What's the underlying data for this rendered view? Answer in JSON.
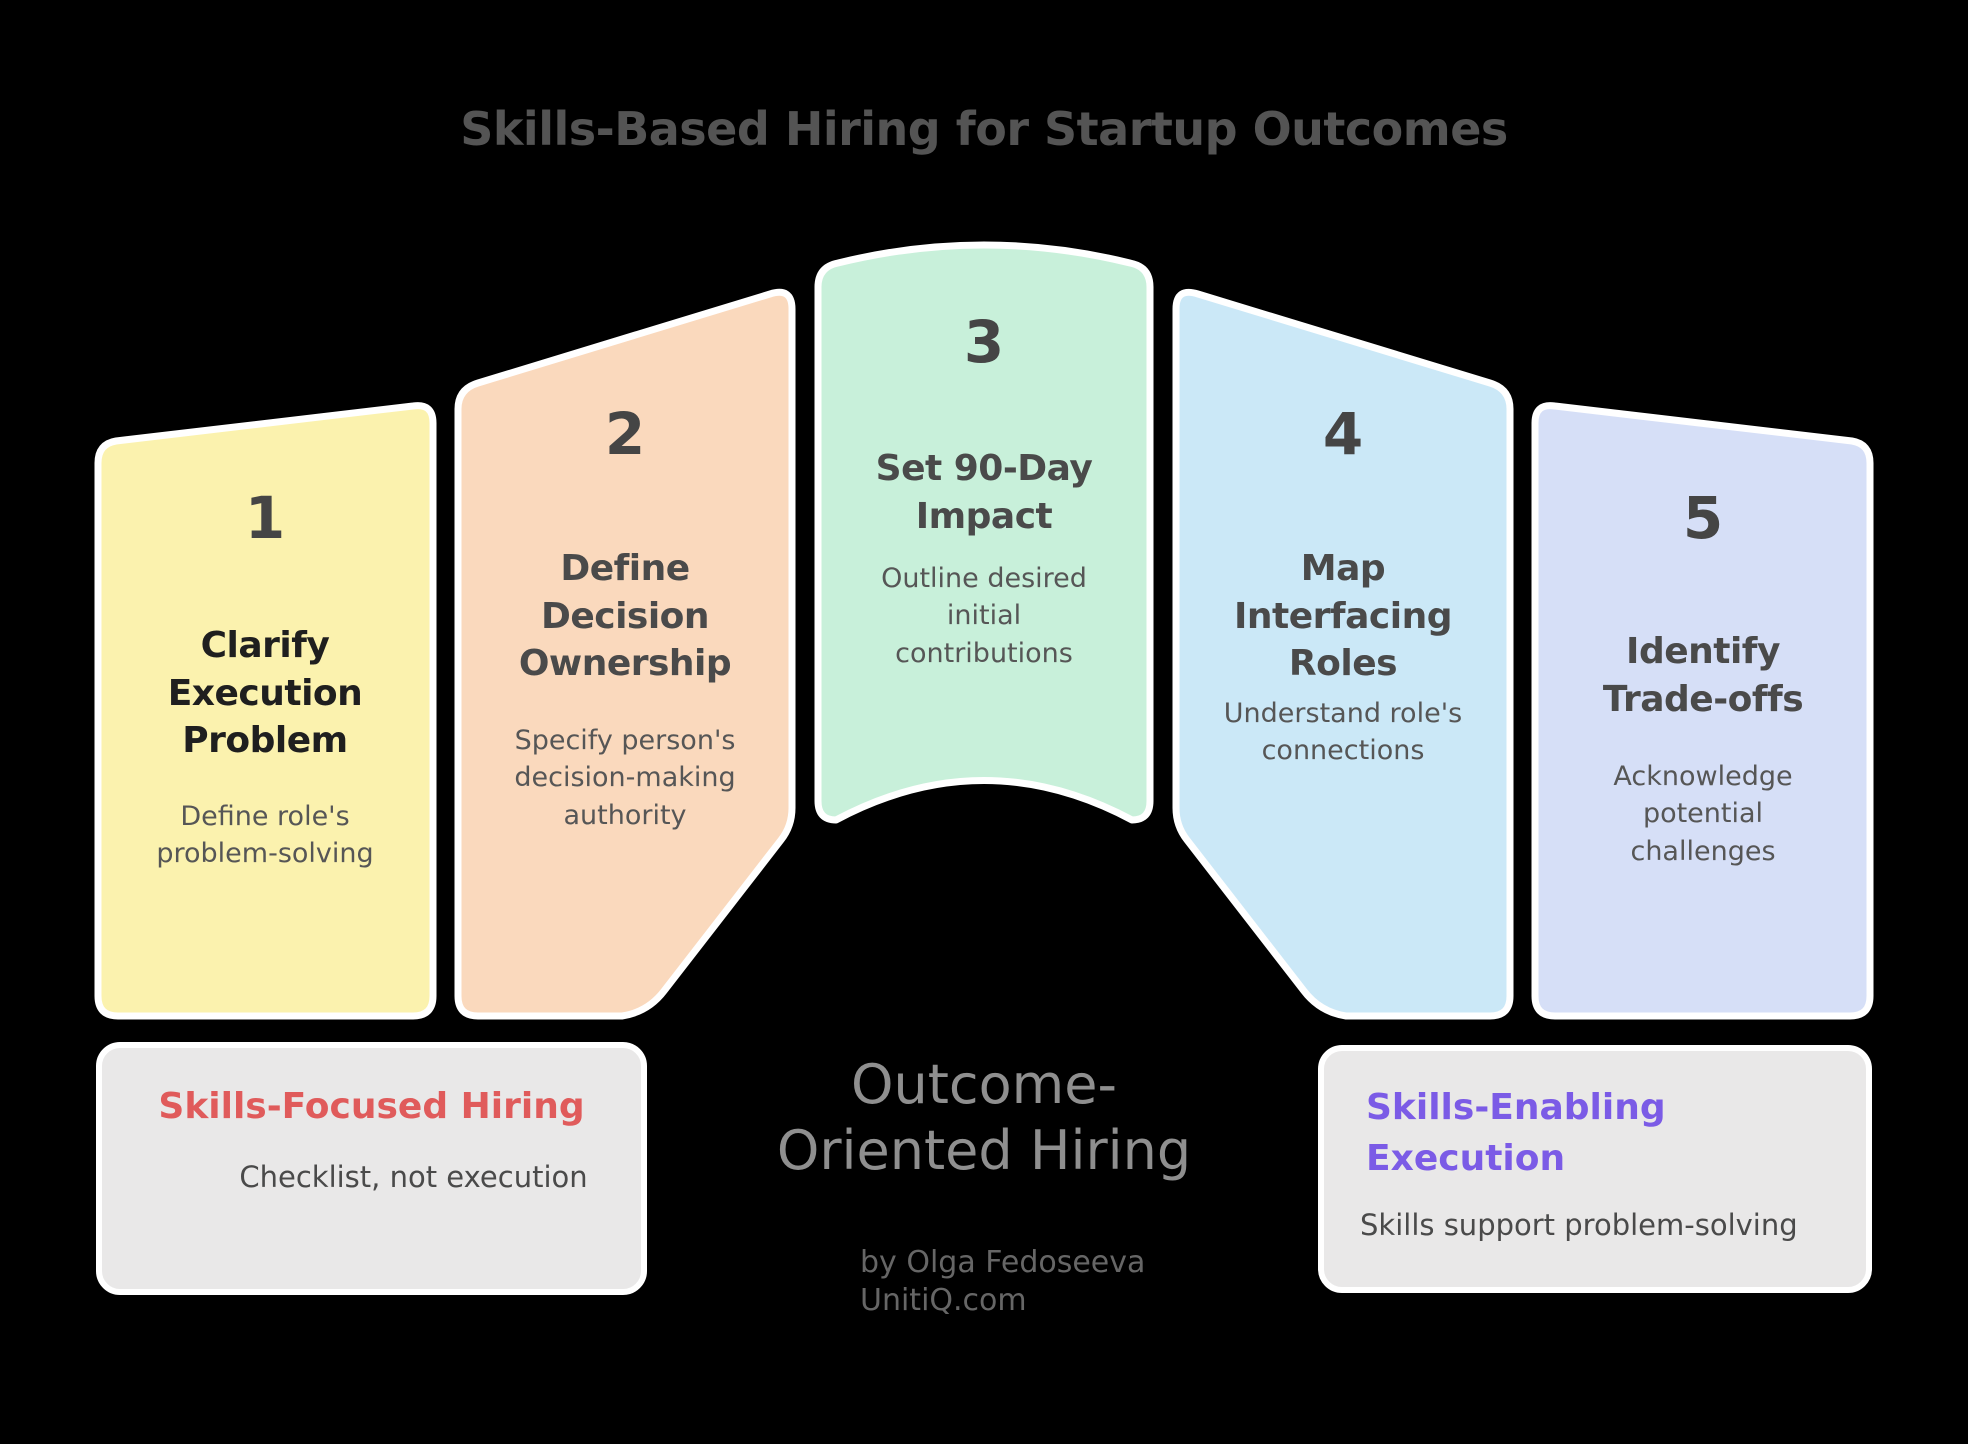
{
  "title": "Skills-Based Hiring for Startup Outcomes",
  "panels": [
    {
      "number": "1",
      "title": "Clarify\nExecution\nProblem",
      "subtitle": "Define role's\nproblem-solving",
      "color": "#FBF2AE",
      "title_color": "#1F1F1F"
    },
    {
      "number": "2",
      "title": "Define\nDecision\nOwnership",
      "subtitle": "Specify person's\ndecision-making\nauthority",
      "color": "#FAD9BD",
      "title_color": "#4A4A4A"
    },
    {
      "number": "3",
      "title": "Set 90-Day\nImpact",
      "subtitle": "Outline desired\ninitial\ncontributions",
      "color": "#C8F0DA",
      "title_color": "#4A4A4A"
    },
    {
      "number": "4",
      "title": "Map\nInterfacing\nRoles",
      "subtitle": "Understand role's\nconnections",
      "color": "#CBE8F7",
      "title_color": "#4A4A4A"
    },
    {
      "number": "5",
      "title": "Identify\nTrade-offs",
      "subtitle": "Acknowledge\npotential\nchallenges",
      "color": "#D6DFF7",
      "title_color": "#4A4A4A"
    }
  ],
  "left_box": {
    "title": "Skills-Focused Hiring",
    "title_color": "#E05B5B",
    "subtitle": "Checklist, not execution"
  },
  "right_box": {
    "title": "Skills-Enabling\nExecution",
    "title_color": "#7B5BE6",
    "subtitle": "Skills support problem-solving"
  },
  "center": {
    "label": "Outcome-\nOriented Hiring",
    "byline": "by Olga Fedoseeva",
    "site": "UnitiQ.com"
  }
}
